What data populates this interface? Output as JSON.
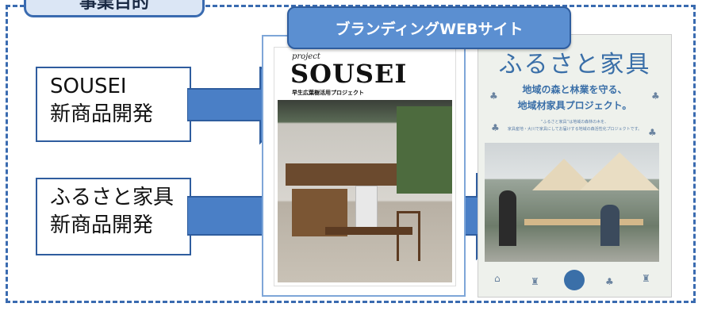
{
  "header": {
    "tab_label": "事業目的"
  },
  "website_label": "ブランディングWEBサイト",
  "products": [
    {
      "line1": "SOUSEI",
      "line2": "新商品開発"
    },
    {
      "line1": "ふるさと家具",
      "line2": "新商品開発"
    }
  ],
  "sousei_page": {
    "project_text": "project",
    "title": "SOUSEI",
    "subtitle": "早生広葉樹活用プロジェクト"
  },
  "furusato_page": {
    "title": "ふるさと家具",
    "subtitle_line1": "地域の森と林業を守る、",
    "subtitle_line2": "地域材家具プロジェクト。",
    "small_text": "“ふるさと家具”は地域の森林の木を、\n家具産地・大川で家具にしてお届けする地域の森活性化プロジェクトです。"
  },
  "colors": {
    "accent": "#5b8fd1",
    "border": "#3a6bb0",
    "arrow": "#4a7fc6"
  }
}
